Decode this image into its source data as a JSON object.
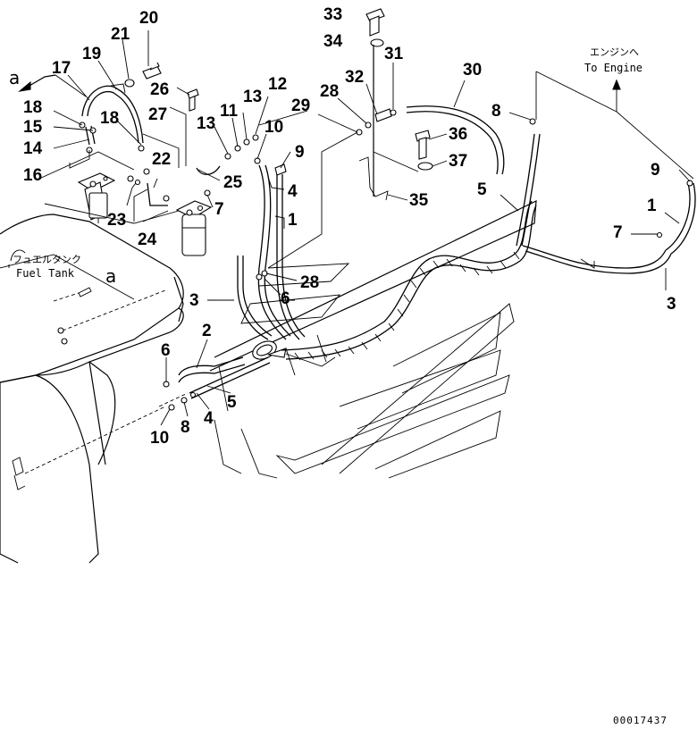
{
  "callouts": [
    "20",
    "21",
    "19",
    "17",
    "26",
    "18",
    "15",
    "14",
    "16",
    "18",
    "27",
    "13",
    "11",
    "12",
    "13",
    "10",
    "22",
    "25",
    "9",
    "23",
    "24",
    "7",
    "4",
    "1",
    "33",
    "34",
    "31",
    "32",
    "28",
    "29",
    "30",
    "36",
    "37",
    "35",
    "8",
    "5",
    "9",
    "1",
    "7",
    "3",
    "28",
    "6",
    "3",
    "2",
    "6",
    "10",
    "8",
    "4",
    "5"
  ],
  "labels": {
    "engine_jp": "エンジンへ",
    "engine_en": "To Engine",
    "tank_jp": "フュエルタンク",
    "tank_en": "Fuel Tank",
    "view_a_top": "a",
    "view_a_tank": "a",
    "drawing_number": "00017437"
  }
}
